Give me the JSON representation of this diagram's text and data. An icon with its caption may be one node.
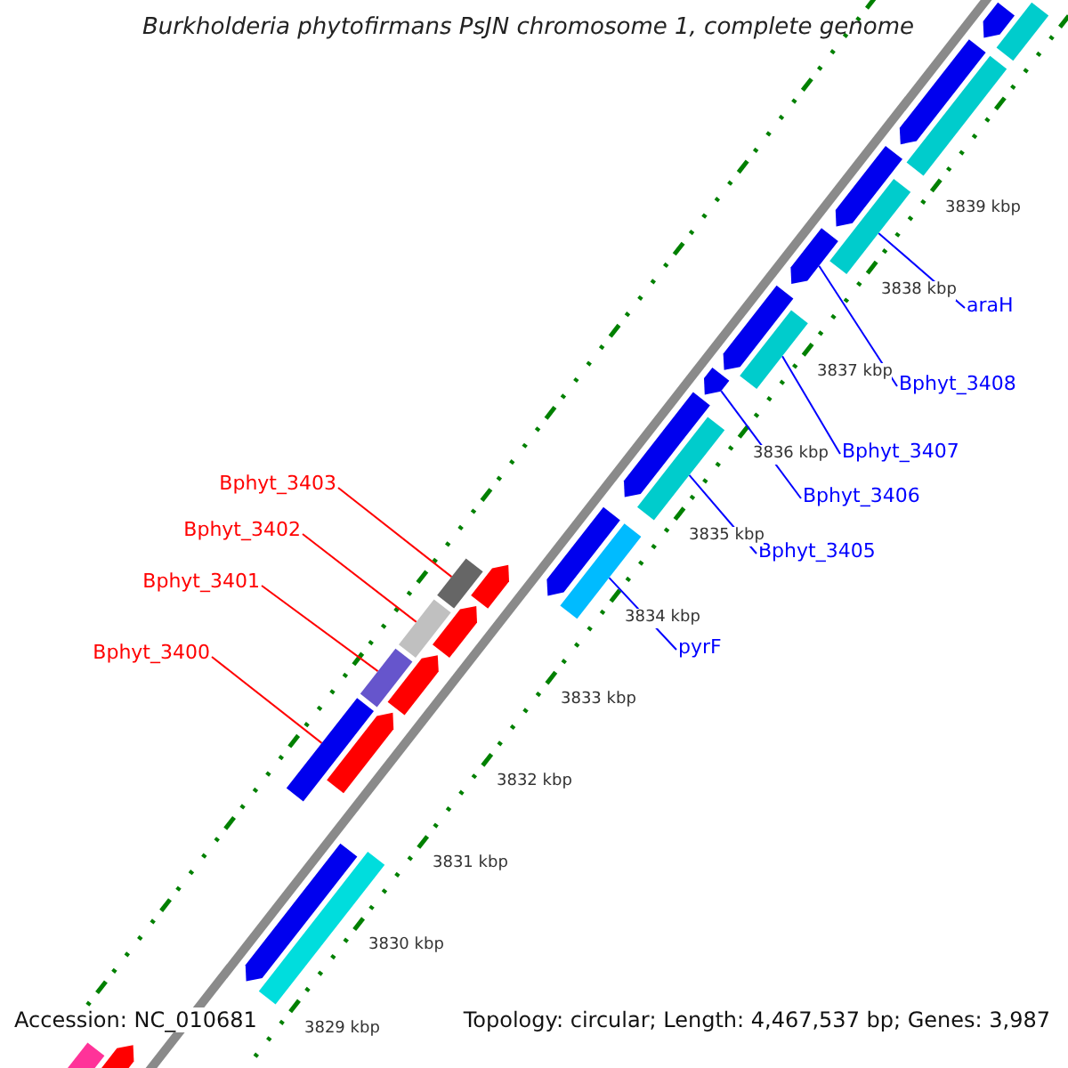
{
  "diagram": {
    "title": "Burkholderia phytofirmans PsJN chromosome 1, complete genome",
    "nodes": [
      {
        "text": [
          "araH"
        ]
      },
      {
        "text": [
          "Bphyt_3408"
        ]
      },
      {
        "text": [
          "Bphyt_3407"
        ]
      },
      {
        "text": [
          "Bphyt_3403"
        ]
      },
      {
        "text": [
          "Bphyt_3406"
        ]
      },
      {
        "text": [
          "Bphyt_3402"
        ]
      },
      {
        "text": [
          "Bphyt_3405"
        ]
      },
      {
        "text": [
          "Bphyt_3401"
        ]
      },
      {
        "text": [
          "pyrF"
        ]
      },
      {
        "text": [
          "Bphyt_3400"
        ]
      },
      {
        "text": [],
        "shape": "bar"
      },
      {
        "text": [],
        "shape": "bar"
      },
      {
        "text": [],
        "shape": "bar"
      },
      {
        "text": [],
        "shape": "bar"
      },
      {
        "text": [],
        "shape": "bar"
      },
      {
        "text": [],
        "shape": "bar"
      },
      {
        "text": [],
        "shape": "bar"
      },
      {
        "text": [],
        "shape": "bar"
      },
      {
        "text": [],
        "shape": "bar"
      },
      {
        "text": [],
        "shape": "bar"
      },
      {
        "text": [],
        "shape": "bar"
      },
      {
        "text": [],
        "shape": "bar"
      },
      {
        "text": [],
        "shape": "bar"
      },
      {
        "text": [],
        "shape": "bar"
      },
      {
        "text": [],
        "shape": "bar"
      },
      {
        "text": [],
        "shape": "bar"
      },
      {
        "text": [],
        "shape": "bar"
      },
      {
        "text": [],
        "shape": "bar"
      },
      {
        "text": [],
        "shape": "bar"
      },
      {
        "text": [],
        "shape": "bar"
      },
      {
        "text": [],
        "shape": "bar"
      },
      {
        "text": [],
        "shape": "bar"
      },
      {
        "text": [],
        "shape": "bar"
      },
      {
        "text": [],
        "shape": "bar"
      },
      {
        "text": [],
        "shape": "bar"
      },
      {
        "text": [],
        "shape": "bar"
      }
    ],
    "edges": [
      {
        "from": 0,
        "to": 15,
        "arrow": "none",
        "color": "#0000ff"
      },
      {
        "from": 1,
        "to": 16,
        "arrow": "none",
        "color": "#0000ff"
      },
      {
        "from": 2,
        "to": 18,
        "arrow": "none",
        "color": "#0000ff"
      },
      {
        "from": 3,
        "to": 25,
        "arrow": "none",
        "color": "#ff0000"
      },
      {
        "from": 4,
        "to": 19,
        "arrow": "none",
        "color": "#0000ff"
      },
      {
        "from": 5,
        "to": 27,
        "arrow": "none",
        "color": "#ff0000"
      },
      {
        "from": 6,
        "to": 21,
        "arrow": "none",
        "color": "#0000ff"
      },
      {
        "from": 7,
        "to": 28,
        "arrow": "none",
        "color": "#ff0000"
      },
      {
        "from": 8,
        "to": 23,
        "arrow": "none",
        "color": "#0000ff"
      },
      {
        "from": 9,
        "to": 31,
        "arrow": "none",
        "color": "#ff0000"
      }
    ],
    "labels": [
      "3839 kbp",
      "3838 kbp",
      "3837 kbp",
      "3836 kbp",
      "3835 kbp",
      "3834 kbp",
      "3833 kbp",
      "3832 kbp",
      "3831 kbp",
      "3830 kbp",
      "3829 kbp",
      "Accession: NC_010681",
      "Topology: circular; Length: 4,467,537 bp; Genes: 3,987"
    ]
  }
}
